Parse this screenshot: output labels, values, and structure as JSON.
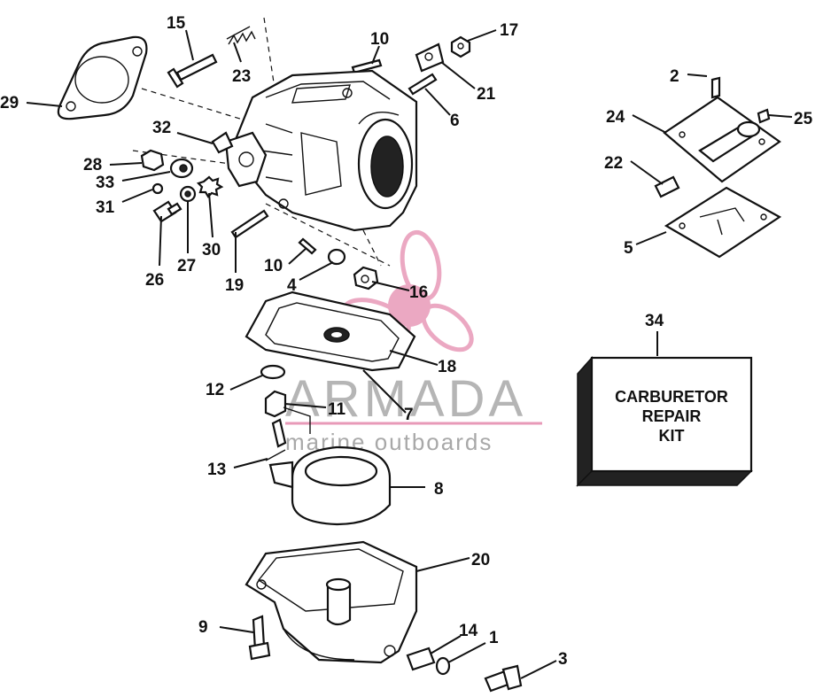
{
  "kit": {
    "line1": "CARBURETOR",
    "line2": "REPAIR",
    "line3": "KIT"
  },
  "watermark": {
    "brand": "ARMADA",
    "tagline": "marine outboards",
    "accent_color": "#e89ab8"
  },
  "callouts": [
    {
      "id": "c15",
      "text": "15"
    },
    {
      "id": "c23",
      "text": "23"
    },
    {
      "id": "c10a",
      "text": "10"
    },
    {
      "id": "c17",
      "text": "17"
    },
    {
      "id": "c21",
      "text": "21"
    },
    {
      "id": "c6",
      "text": "6"
    },
    {
      "id": "c29",
      "text": "29"
    },
    {
      "id": "c32",
      "text": "32"
    },
    {
      "id": "c28",
      "text": "28"
    },
    {
      "id": "c33",
      "text": "33"
    },
    {
      "id": "c31",
      "text": "31"
    },
    {
      "id": "c26",
      "text": "26"
    },
    {
      "id": "c27",
      "text": "27"
    },
    {
      "id": "c30",
      "text": "30"
    },
    {
      "id": "c19",
      "text": "19"
    },
    {
      "id": "c10b",
      "text": "10"
    },
    {
      "id": "c4",
      "text": "4"
    },
    {
      "id": "c16",
      "text": "16"
    },
    {
      "id": "c18",
      "text": "18"
    },
    {
      "id": "c12",
      "text": "12"
    },
    {
      "id": "c11",
      "text": "11"
    },
    {
      "id": "c7",
      "text": "7"
    },
    {
      "id": "c13",
      "text": "13"
    },
    {
      "id": "c8",
      "text": "8"
    },
    {
      "id": "c20",
      "text": "20"
    },
    {
      "id": "c9",
      "text": "9"
    },
    {
      "id": "c14",
      "text": "14"
    },
    {
      "id": "c1",
      "text": "1"
    },
    {
      "id": "c3",
      "text": "3"
    },
    {
      "id": "c2",
      "text": "2"
    },
    {
      "id": "c24",
      "text": "24"
    },
    {
      "id": "c25",
      "text": "25"
    },
    {
      "id": "c22",
      "text": "22"
    },
    {
      "id": "c5",
      "text": "5"
    },
    {
      "id": "c34",
      "text": "34"
    }
  ]
}
